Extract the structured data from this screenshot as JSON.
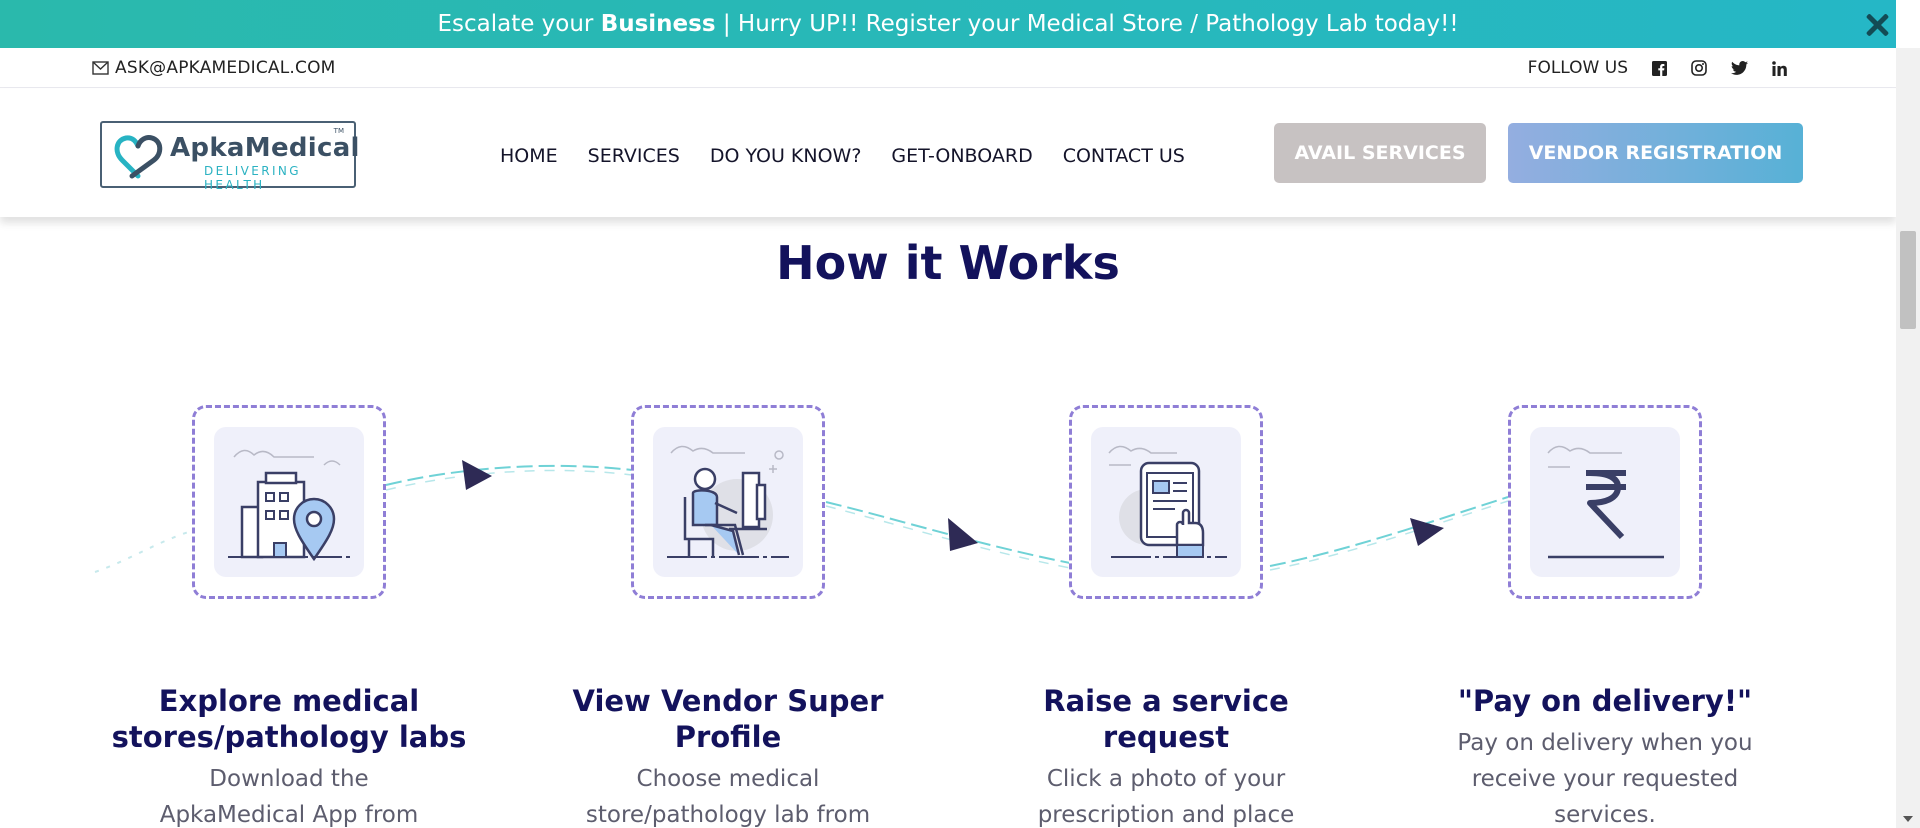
{
  "announcement": {
    "prefix": "Escalate your",
    "bold": "Business",
    "suffix": "| Hurry UP!! Register your Medical Store / Pathology Lab today!!"
  },
  "contact": {
    "email": "ASK@APKAMEDICAL.COM",
    "follow_label": "FOLLOW US",
    "socials": [
      "facebook-icon",
      "instagram-icon",
      "twitter-icon",
      "linkedin-icon"
    ]
  },
  "logo": {
    "name": "ApkaMedical",
    "tagline": "DELIVERING HEALTH",
    "tm": "TM"
  },
  "nav": {
    "items": [
      "HOME",
      "SERVICES",
      "DO YOU KNOW?",
      "GET-ONBOARD",
      "CONTACT US"
    ],
    "avail_label": "AVAIL SERVICES",
    "vendor_label": "VENDOR REGISTRATION"
  },
  "section": {
    "title": "How it Works",
    "steps": [
      {
        "title_line1": "Explore medical",
        "title_line2": "stores/pathology labs",
        "text_line1": "Download the",
        "text_line2": "ApkaMedical App from",
        "icon": "building-location-icon"
      },
      {
        "title_line1": "View Vendor Super",
        "title_line2": "Profile",
        "text_line1": "Choose medical",
        "text_line2": "store/pathology lab from",
        "icon": "person-computer-icon"
      },
      {
        "title_line1": "Raise a service",
        "title_line2": "request",
        "text_line1": "Click a photo of your",
        "text_line2": "prescription and place",
        "icon": "tablet-tap-icon"
      },
      {
        "title_line1": "\"Pay on delivery!\"",
        "text_line1": "Pay on delivery when you",
        "text_line2": "receive your requested",
        "text_line3": "services.",
        "icon": "rupee-icon"
      }
    ]
  },
  "colors": {
    "announce_bg": "#2ab9ac",
    "heading": "#13125c",
    "card_border": "#8f7ed6",
    "avail_btn": "#c7c2c2",
    "vendor_btn": "#57b1d6"
  }
}
